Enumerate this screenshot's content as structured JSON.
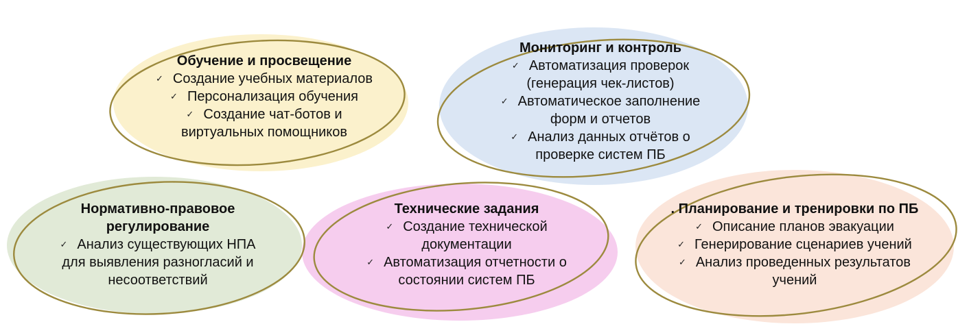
{
  "colors": {
    "outline": "#9c8a3e",
    "training": "#fbf1cc",
    "monitoring": "#dbe6f4",
    "regulation": "#e1ead7",
    "specs": "#f6cdee",
    "planning": "#fbe5da"
  },
  "check_icon": "check-mark",
  "blocks": {
    "training": {
      "title": "Обучение и просвещение",
      "items": [
        "Создание учебных материалов",
        "Персонализация обучения",
        "Создание чат-ботов и",
        "виртуальных помощников"
      ]
    },
    "monitoring": {
      "title": "Мониторинг и контроль",
      "items": [
        "Автоматизация проверок",
        "(генерация чек-листов)",
        "Автоматическое заполнение",
        "форм и отчетов",
        "Анализ данных отчётов о",
        "проверке систем ПБ"
      ]
    },
    "regulation": {
      "title1": "Нормативно-правовое",
      "title2": "регулирование",
      "items": [
        "Анализ существующих НПА",
        "для выявления разногласий и",
        "несоответствий"
      ]
    },
    "specs": {
      "title": "Технические задания",
      "items": [
        "Создание технической",
        "документации",
        "Автоматизация отчетности о",
        "состоянии систем ПБ"
      ]
    },
    "planning": {
      "title": ". Планирование и тренировки по ПБ",
      "items": [
        "Описание планов эвакуации",
        "Генерирование сценариев учений",
        "Анализ проведенных результатов",
        "учений"
      ]
    }
  }
}
